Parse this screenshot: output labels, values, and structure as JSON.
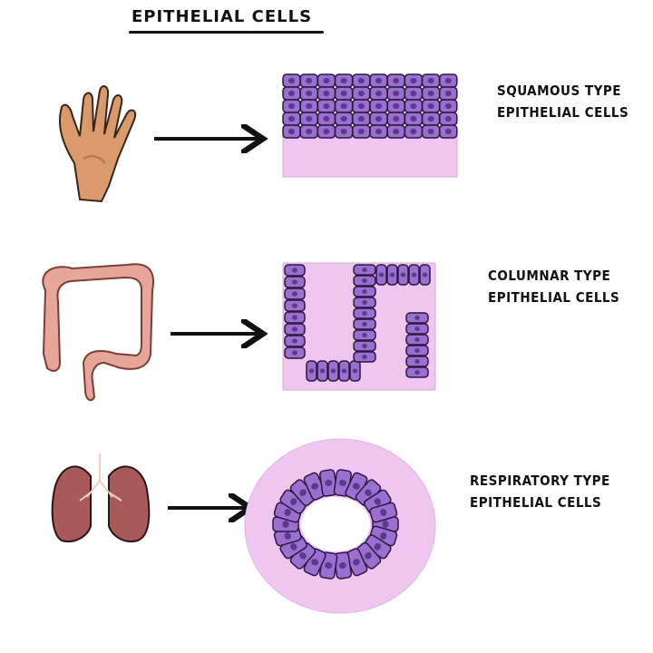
{
  "title": "EPITHELIAL CELLS",
  "rows": [
    {
      "organ": "hand",
      "line1": "SQUAMOUS TYPE",
      "line2": "EPITHELIAL CELLS"
    },
    {
      "organ": "colon",
      "line1": "COLUMNAR TYPE",
      "line2": "EPITHELIAL CELLS"
    },
    {
      "organ": "lungs",
      "line1": "RESPIRATORY TYPE",
      "line2": "EPITHELIAL CELLS"
    }
  ],
  "colors": {
    "cell": "#9b6fd0",
    "nucleus": "#5a3a8c",
    "tissue": "#eec6f0",
    "skin": "#d99a6c",
    "colon": "#e8a59a",
    "lung": "#a85a5a"
  }
}
